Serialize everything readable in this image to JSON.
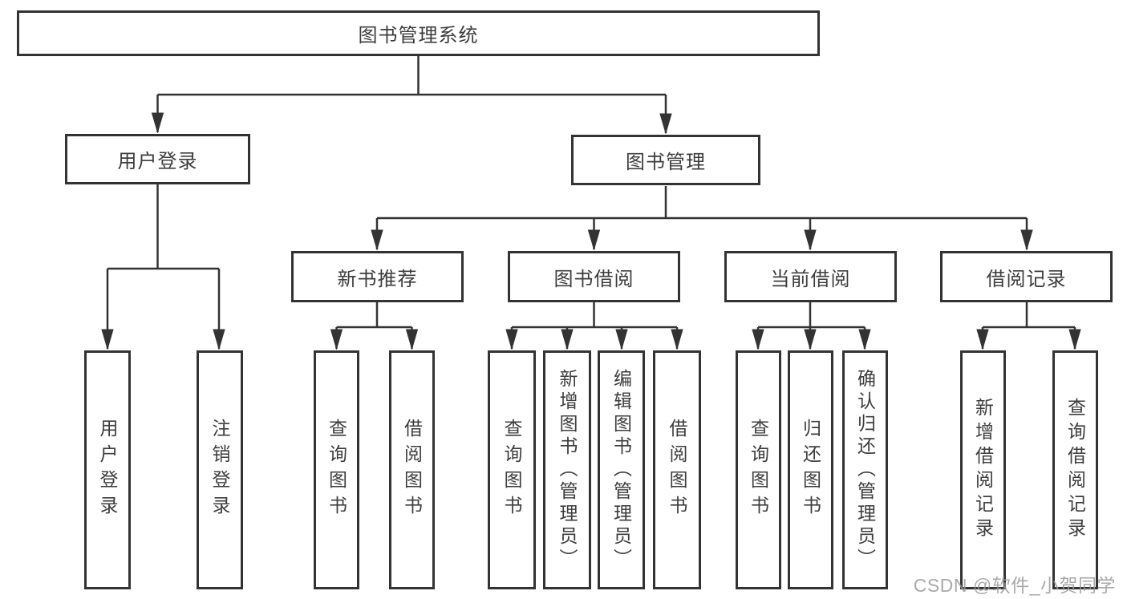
{
  "diagram": {
    "colors": {
      "line": "#333333",
      "box_border": "#333333",
      "text": "#3d3d3d",
      "background": "#ffffff",
      "watermark": "#9b9b9b"
    },
    "nodes": {
      "root": {
        "label": "图书管理系统"
      },
      "user_login": {
        "label": "用户登录"
      },
      "book_management": {
        "label": "图书管理"
      },
      "new_book_recommend": {
        "label": "新书推荐"
      },
      "book_borrowing": {
        "label": "图书借阅"
      },
      "current_borrowing": {
        "label": "当前借阅"
      },
      "borrowing_records": {
        "label": "借阅记录"
      },
      "leaf_user_login": {
        "label": "用户登录"
      },
      "leaf_logout": {
        "label": "注销登录"
      },
      "leaf_query_book_recommend": {
        "label": "查询图书"
      },
      "leaf_borrow_book_recommend": {
        "label": "借阅图书"
      },
      "leaf_query_book_borrowing": {
        "label": "查询图书"
      },
      "leaf_add_book_admin": {
        "label": "新增图书（管理员）"
      },
      "leaf_edit_book_admin": {
        "label": "编辑图书（管理员）"
      },
      "leaf_borrow_book_borrowing": {
        "label": "借阅图书"
      },
      "leaf_query_book_current": {
        "label": "查询图书"
      },
      "leaf_return_book": {
        "label": "归还图书"
      },
      "leaf_confirm_return_admin": {
        "label": "确认归还（管理员）"
      },
      "leaf_add_borrow_record": {
        "label": "新增借阅记录"
      },
      "leaf_query_borrow_record": {
        "label": "查询借阅记录"
      }
    }
  },
  "watermark": {
    "text": "CSDN @软件_小贺同学"
  }
}
